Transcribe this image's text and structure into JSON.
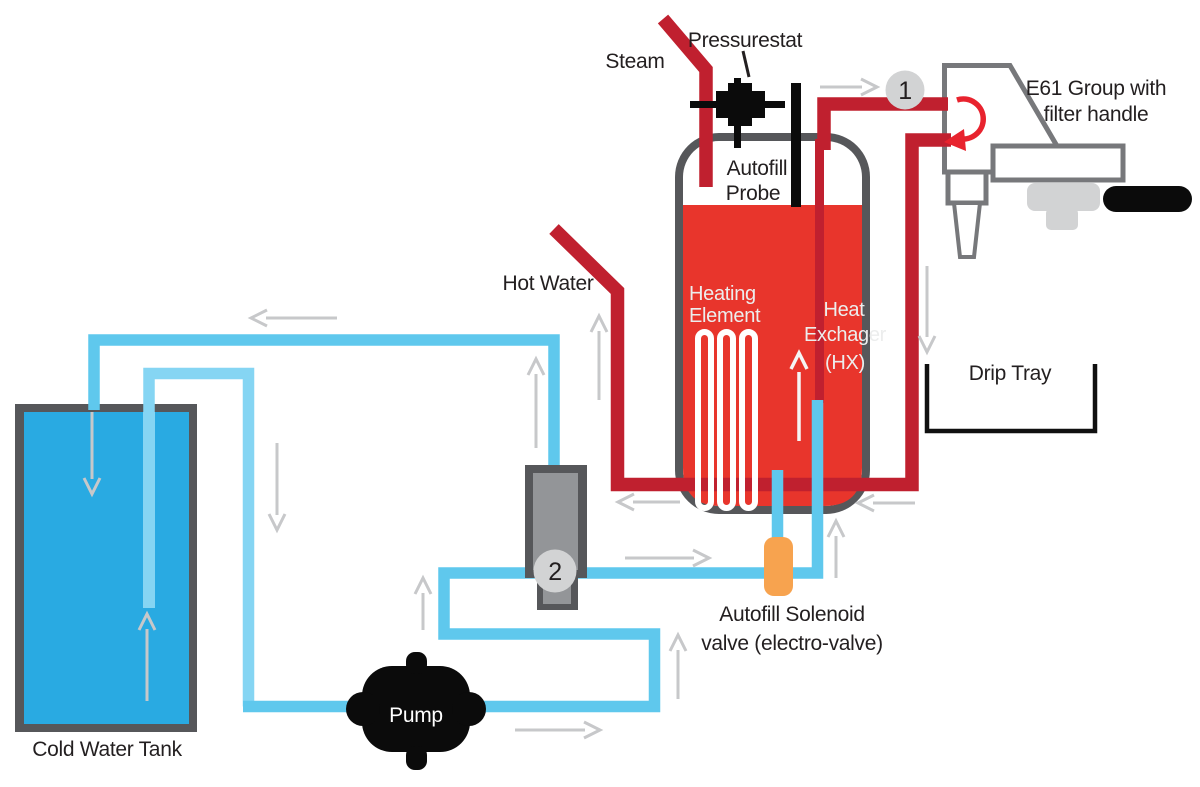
{
  "diagram_type": "espresso-machine heat-exchanger flow schematic",
  "labels": {
    "steam": "Steam",
    "pressurestat": "Pressurestat",
    "autofill_probe_1": "Autofill",
    "autofill_probe_2": "Probe",
    "hot_water": "Hot Water",
    "heating_element_1": "Heating",
    "heating_element_2": "Element",
    "heat_exchanger_1": "Heat",
    "heat_exchanger_2": "Exchager",
    "heat_exchanger_3": "(HX)",
    "e61_group_1": "E61 Group with",
    "e61_group_2": "filter handle",
    "drip_tray": "Drip Tray",
    "solenoid_1": "Autofill Solenoid",
    "solenoid_2": "valve (electro-valve)",
    "cold_water_tank": "Cold Water Tank",
    "pump": "Pump"
  },
  "markers": {
    "m1": "1",
    "m2": "2"
  },
  "colors": {
    "pipe_red": "#c0202f",
    "boiler_water_red": "#e8352c",
    "group_arrow_red": "#e8232e",
    "pipe_blue": "#5fc8ed",
    "suction_blue": "#85d5f3",
    "tank_water_blue": "#29aae2",
    "dark_gray": "#56575a",
    "device_gray": "#939598",
    "outline_gray": "#77787b",
    "marker_gray": "#d2d3d4",
    "arrow_gray": "#c7c8ca",
    "solenoid_orange": "#f7a34f",
    "text_dark": "#231f20",
    "text_light": "#eceded",
    "black": "#0b0b0b"
  }
}
